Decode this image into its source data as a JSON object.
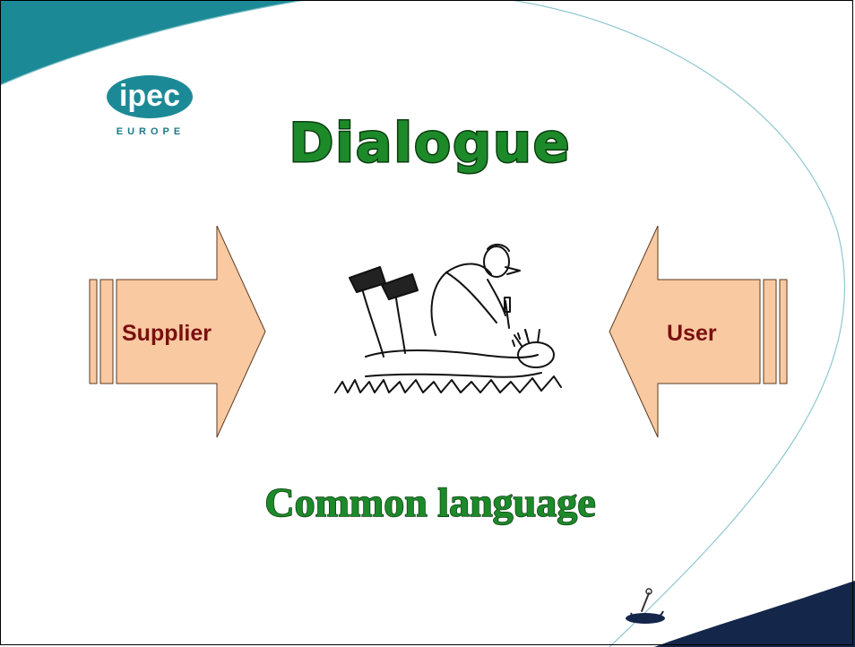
{
  "slide": {
    "title": "Dialogue",
    "subtitle": "Common language",
    "logo": {
      "word": "ipec",
      "region": "EUROPE"
    },
    "left_arrow_label": "Supplier",
    "right_arrow_label": "User",
    "illustration": "cartoon of one person examining another lying on the ground",
    "corner_icon": "mortar-and-pestle-icon"
  },
  "colors": {
    "teal": "#1c8a96",
    "navy": "#14264a",
    "arrow_fill": "#f9c9a2",
    "arrow_label": "#7a0f0f",
    "title_fill": "#1d8a2a",
    "title_outline": "#0a3d0f"
  }
}
